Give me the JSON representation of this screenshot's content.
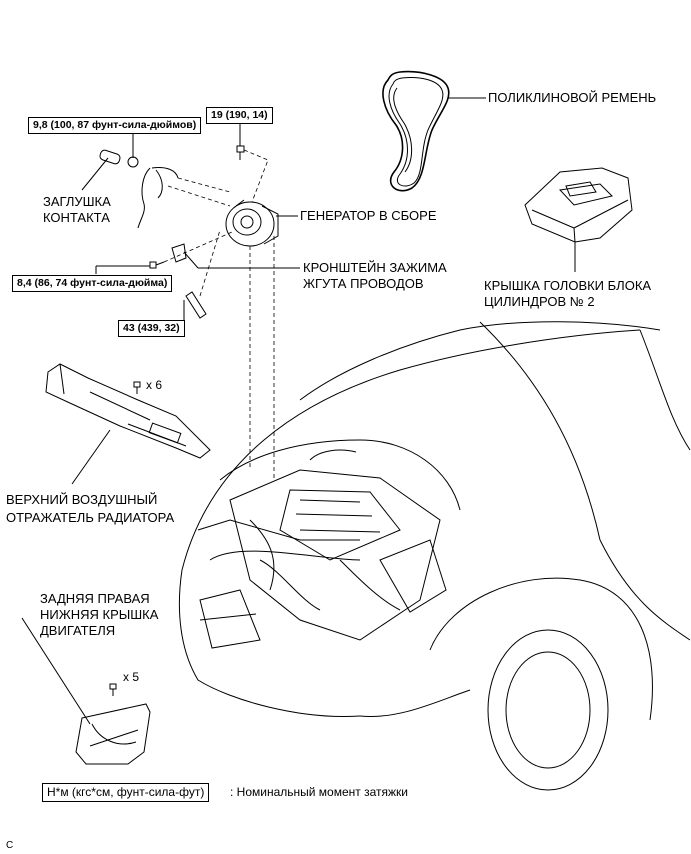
{
  "labels": {
    "belt": "ПОЛИКЛИНОВОЙ РЕМЕНЬ",
    "plug_line1": "ЗАГЛУШКА",
    "plug_line2": "КОНТАКТА",
    "generator": "ГЕНЕРАТОР В СБОРЕ",
    "bracket_line1": "КРОНШТЕЙН ЗАЖИМА",
    "bracket_line2": "ЖГУТА ПРОВОДОВ",
    "head_cover_line1": "КРЫШКА ГОЛОВКИ БЛОКА",
    "head_cover_line2": "ЦИЛИНДРОВ № 2",
    "deflector_line1": "ВЕРХНИЙ ВОЗДУШНЫЙ",
    "deflector_line2": "ОТРАЖАТЕЛЬ РАДИАТОРА",
    "under_cover_line1": "ЗАДНЯЯ ПРАВАЯ",
    "under_cover_line2": "НИЖНЯЯ КРЫШКА",
    "under_cover_line3": "ДВИГАТЕЛЯ"
  },
  "torques": {
    "t1": "19 (190, 14)",
    "t2": "9,8 (100, 87 фунт-сила-дюймов)",
    "t3": "8,4 (86, 74 фунт-сила-дюйма)",
    "t4": "43 (439, 32)"
  },
  "quantities": {
    "deflector_bolts": "x 6",
    "under_cover_bolts": "x 5"
  },
  "legend": {
    "unit_box": "Н*м (кгс*см, фунт-сила-фут)",
    "description": ": Номинальный момент затяжки"
  },
  "corner_mark": "C"
}
